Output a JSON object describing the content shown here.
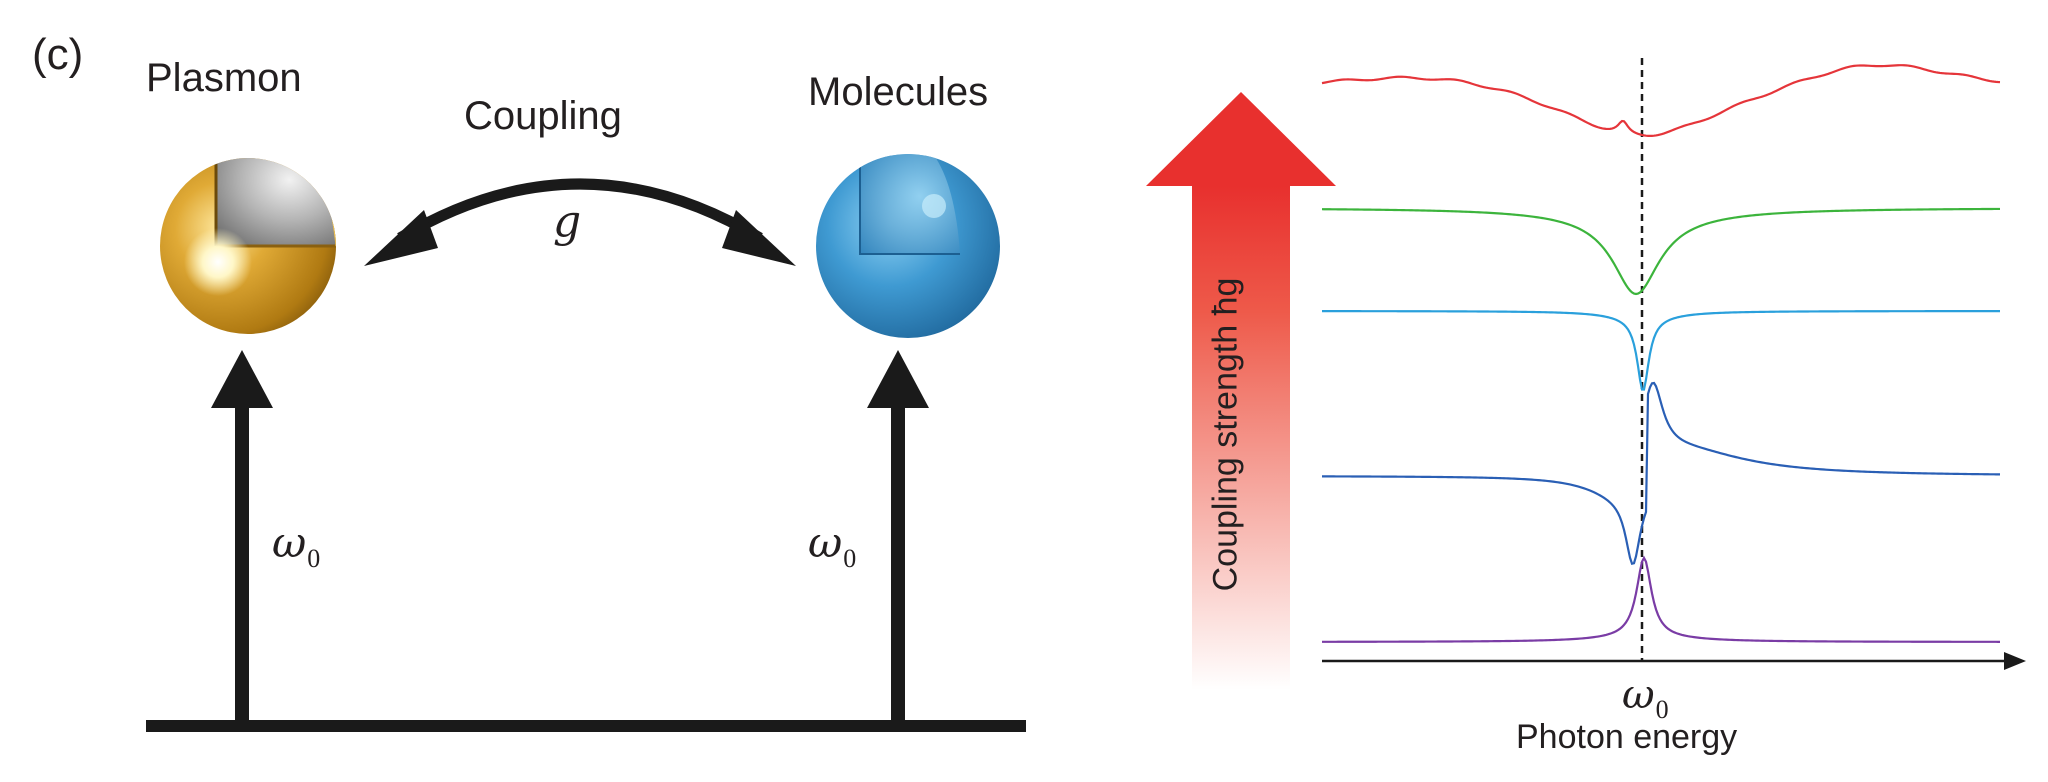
{
  "panel_label": "(c)",
  "left": {
    "plasmon_label": "Plasmon",
    "molecules_label": "Molecules",
    "coupling_label": "Coupling",
    "coupling_symbol": "g",
    "plasmon_freq": {
      "symbol": "ω",
      "subscript": "0"
    },
    "molecules_freq": {
      "symbol": "ω",
      "subscript": "0"
    },
    "colors": {
      "plasmon_shell": "#c8901c",
      "plasmon_core": "#a9a9a9",
      "molecule_sphere": "#3a92c8",
      "ink": "#1a1a1a"
    }
  },
  "right": {
    "axis_arrow_label": "Coupling strength ħg",
    "x_label": "Photon energy",
    "x_tick": {
      "symbol": "ω",
      "subscript": "0"
    },
    "arrow_gradient": {
      "top": "#e8302e",
      "bottom": "#ffffff"
    },
    "curves": [
      {
        "color": "#e5353a"
      },
      {
        "color": "#3cb43c"
      },
      {
        "color": "#2aa0dc"
      },
      {
        "color": "#2a5fb5"
      },
      {
        "color": "#7a3ca5"
      }
    ]
  }
}
